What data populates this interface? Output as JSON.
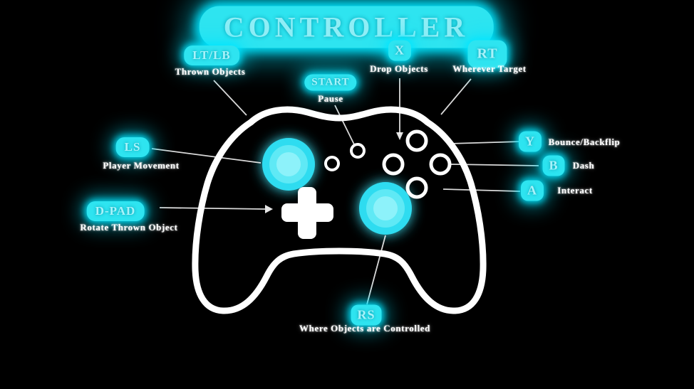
{
  "title": "CONTROLLER",
  "colors": {
    "background": "#000000",
    "accent_cyan": "#2ee4f0",
    "badge_text": "#a9f3fa",
    "label_text": "#ffffff",
    "controller_outline": "#ffffff"
  },
  "callouts": {
    "lt_lb": {
      "badge": "LT/LB",
      "label": "Thrown Objects"
    },
    "start": {
      "badge": "START",
      "label": "Pause"
    },
    "x": {
      "badge": "X",
      "label": "Drop Objects"
    },
    "rt": {
      "badge": "RT",
      "label": "Wherever Target"
    },
    "ls": {
      "badge": "LS",
      "label": "Player Movement"
    },
    "dpad": {
      "badge": "D-PAD",
      "label": "Rotate Thrown Object"
    },
    "y": {
      "badge": "Y",
      "label": "Bounce/Backflip"
    },
    "b": {
      "badge": "B",
      "label": "Dash"
    },
    "a": {
      "badge": "A",
      "label": "Interact"
    },
    "rs": {
      "badge": "RS",
      "label": "Where Objects are Controlled"
    }
  }
}
